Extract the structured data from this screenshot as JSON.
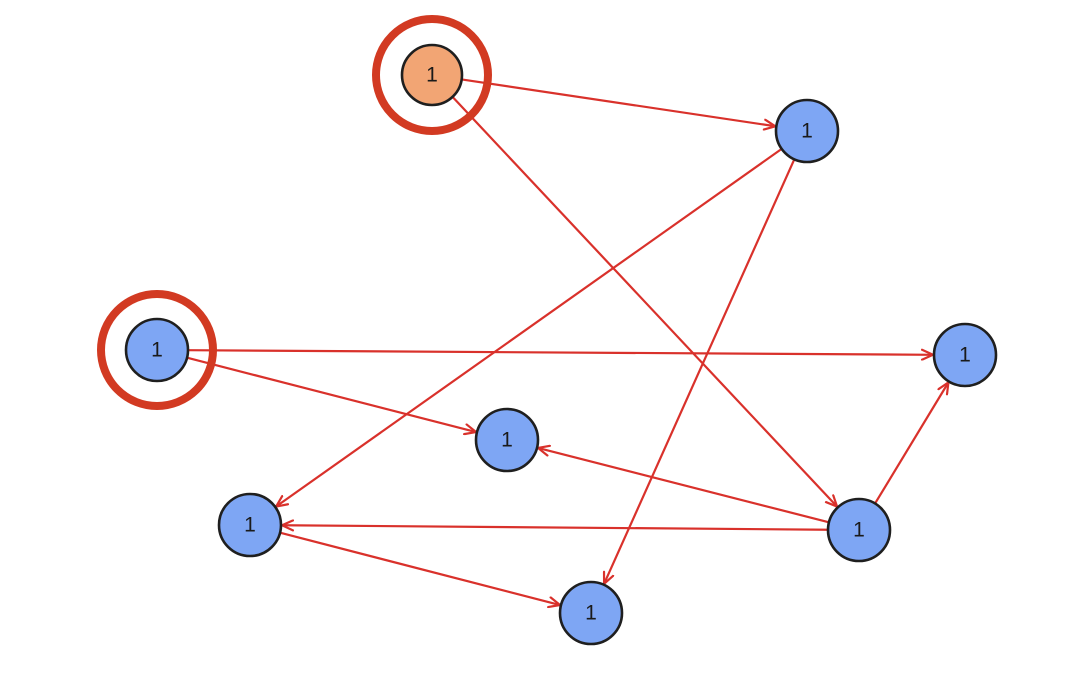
{
  "colors": {
    "edge": "#d9312b",
    "highlight_ring": "#d23a22",
    "node_default": "#7ea6f4",
    "node_source": "#f2a574",
    "node_outline": "#1f1f1f"
  },
  "nodes": [
    {
      "id": "n-top",
      "label": "1",
      "fill_role": "node_source",
      "highlighted": true
    },
    {
      "id": "n-upper-right",
      "label": "1",
      "fill_role": "node_default",
      "highlighted": false
    },
    {
      "id": "n-left",
      "label": "1",
      "fill_role": "node_default",
      "highlighted": true
    },
    {
      "id": "n-far-right",
      "label": "1",
      "fill_role": "node_default",
      "highlighted": false
    },
    {
      "id": "n-center",
      "label": "1",
      "fill_role": "node_default",
      "highlighted": false
    },
    {
      "id": "n-lower-left",
      "label": "1",
      "fill_role": "node_default",
      "highlighted": false
    },
    {
      "id": "n-lower-right",
      "label": "1",
      "fill_role": "node_default",
      "highlighted": false
    },
    {
      "id": "n-bottom",
      "label": "1",
      "fill_role": "node_default",
      "highlighted": false
    }
  ],
  "edges": [
    {
      "from": "n-top",
      "to": "n-upper-right"
    },
    {
      "from": "n-top",
      "to": "n-lower-right"
    },
    {
      "from": "n-upper-right",
      "to": "n-lower-left"
    },
    {
      "from": "n-upper-right",
      "to": "n-bottom"
    },
    {
      "from": "n-left",
      "to": "n-far-right"
    },
    {
      "from": "n-left",
      "to": "n-center"
    },
    {
      "from": "n-lower-right",
      "to": "n-center"
    },
    {
      "from": "n-lower-right",
      "to": "n-lower-left"
    },
    {
      "from": "n-lower-right",
      "to": "n-far-right"
    },
    {
      "from": "n-lower-left",
      "to": "n-bottom"
    }
  ]
}
